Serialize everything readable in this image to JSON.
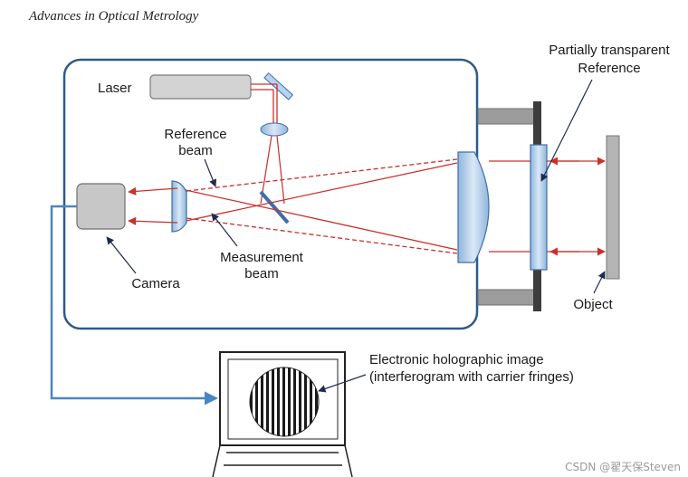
{
  "header": {
    "title": "Advances in Optical Metrology"
  },
  "labels": {
    "laser": "Laser",
    "reference_beam_1": "Reference",
    "reference_beam_2": "beam",
    "measurement_beam_1": "Measurement",
    "measurement_beam_2": "beam",
    "camera": "Camera",
    "partial_reference_1": "Partially transparent",
    "partial_reference_2": "Reference",
    "object": "Object",
    "hologram_1": "Electronic holographic image",
    "hologram_2": "(interferogram with carrier fringes)"
  },
  "watermark": "CSDN @翟天保Steven",
  "colors": {
    "beam": "#c9302c",
    "optic_fill": "#b7d3ee",
    "optic_stroke": "#3d6fa8",
    "enclosure": "#2f5a8a",
    "cable": "#4a86c5"
  }
}
